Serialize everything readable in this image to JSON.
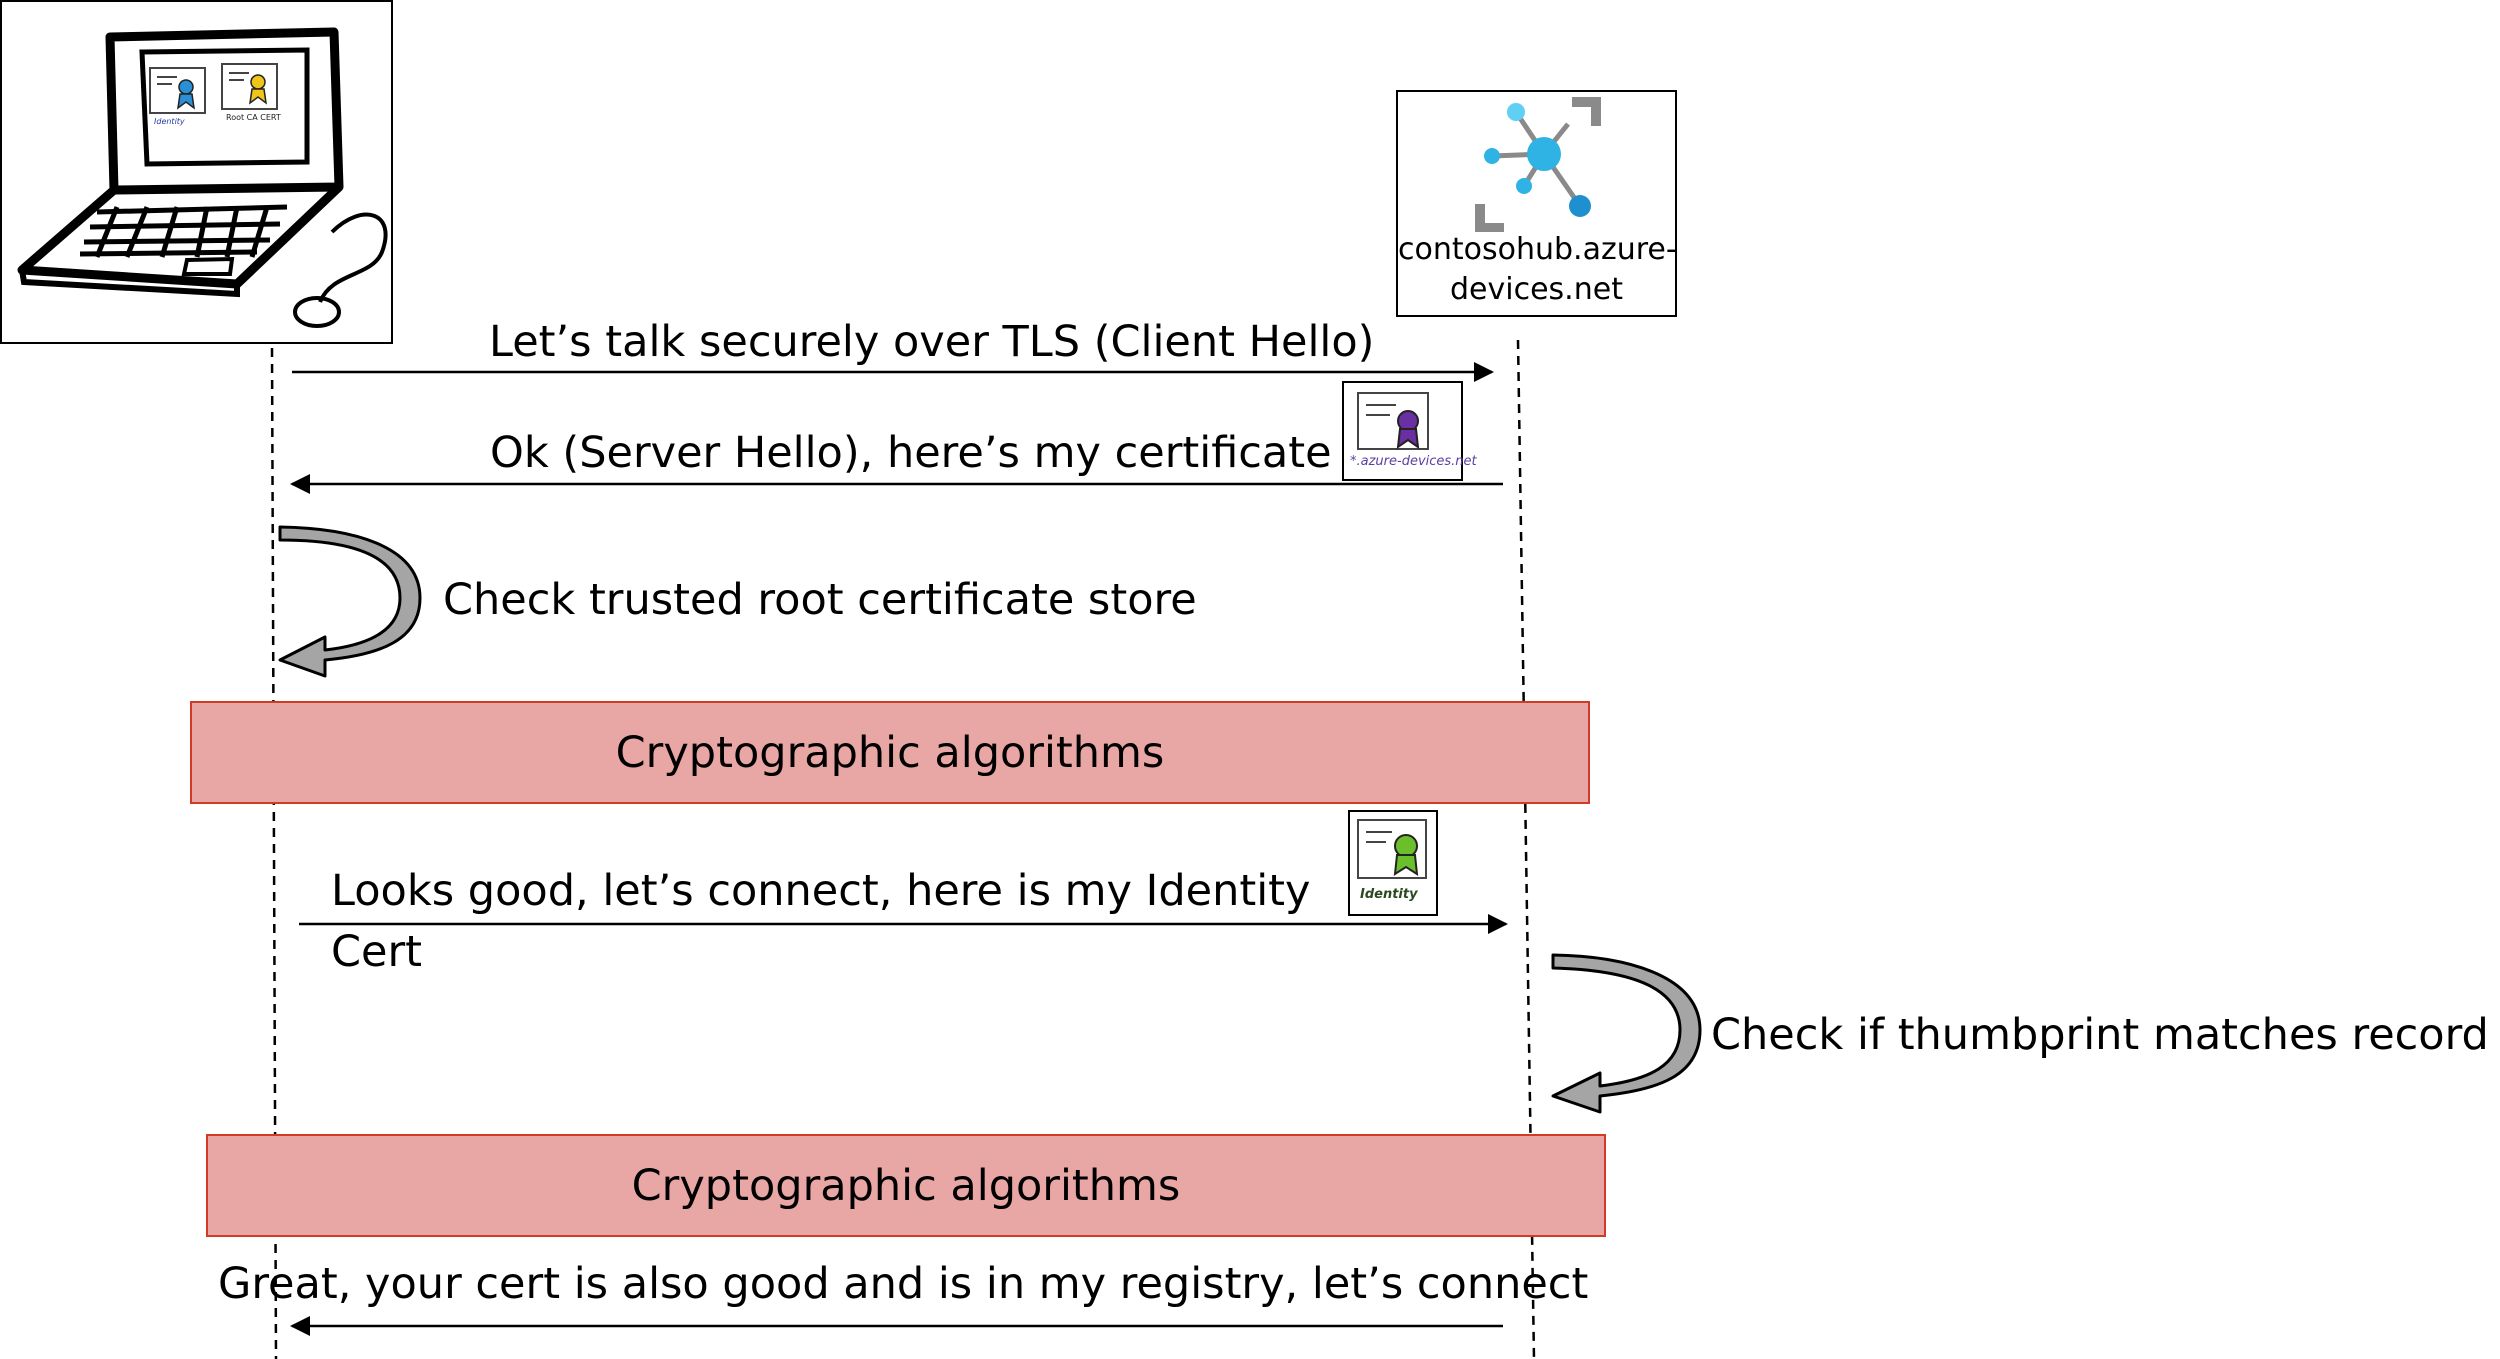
{
  "participants": {
    "device": {
      "caption_1": "Identity",
      "caption_2": "Root CA CERT"
    },
    "hub": {
      "name_line1": "contosohub.azure-",
      "name_line2": "devices.net"
    }
  },
  "messages": {
    "client_hello": "Let’s talk securely over TLS (Client Hello)",
    "server_hello": "Ok (Server Hello), here’s my certificate",
    "check_root_store": "Check trusted root certificate store",
    "crypto_1": "Cryptographic algorithms",
    "identity_cert_line1": "Looks good, let’s connect, here is my Identity",
    "identity_cert_line2": "Cert",
    "check_thumbprint": "Check if thumbprint matches record",
    "crypto_2": "Cryptographic algorithms",
    "final": "Great, your cert is also good and is in my registry, let’s connect"
  },
  "certificates": {
    "server_cert_caption": "*.azure-devices.net",
    "identity_cert_caption": "Identity"
  },
  "colors": {
    "crypto_box_fill": "#e8a6a4",
    "crypto_box_border": "#d03a26",
    "hub_icon_primary": "#2fb3e4",
    "hub_icon_secondary": "#8a8a8a",
    "server_cert_ribbon": "#6a2fa0",
    "identity_cert_ribbon": "#6bbf2a",
    "device_cert_ribbon_1": "#2b8fd6",
    "device_cert_ribbon_2": "#f0c419"
  }
}
